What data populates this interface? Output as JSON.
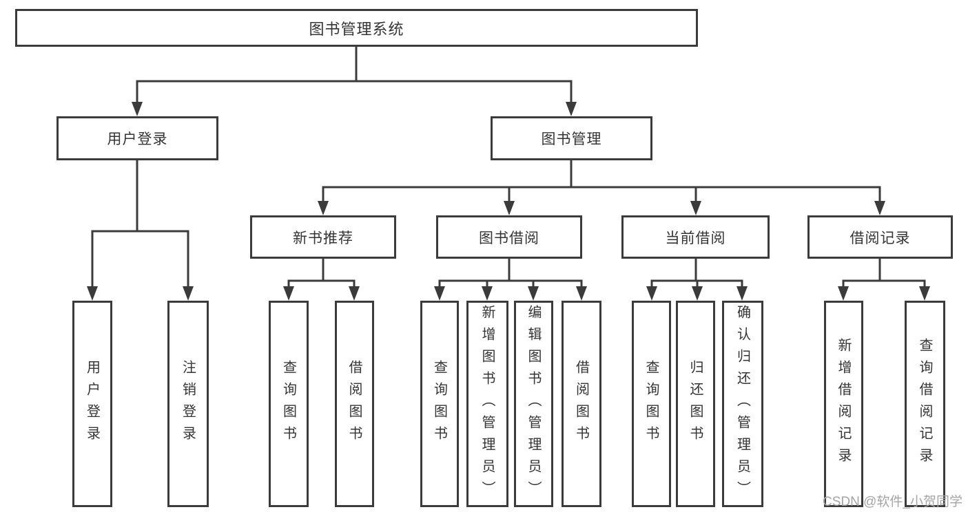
{
  "diagram_title": "图书管理系统",
  "colors": {
    "border": "#3b3b3b",
    "line": "#3b3b3b",
    "text": "#343434",
    "watermark": "#a4a4a4",
    "background": "#ffffff"
  },
  "nodes": {
    "root": {
      "label": "图书管理系统"
    },
    "user_login": {
      "label": "用户登录"
    },
    "book_management": {
      "label": "图书管理"
    },
    "new_book_recommend": {
      "label": "新书推荐"
    },
    "book_borrowing": {
      "label": "图书借阅"
    },
    "current_borrowing": {
      "label": "当前借阅"
    },
    "borrowing_records": {
      "label": "借阅记录"
    },
    "leaf_user_login": {
      "label": "用户登录"
    },
    "leaf_logout": {
      "label": "注销登录"
    },
    "leaf_query_books_recommend": {
      "label": "查询图书"
    },
    "leaf_borrow_books_recommend": {
      "label": "借阅图书"
    },
    "leaf_query_books_borrowing": {
      "label": "查询图书"
    },
    "leaf_add_books_admin": {
      "label": "新增图书（管理员）"
    },
    "leaf_edit_books_admin": {
      "label": "编辑图书（管理员）"
    },
    "leaf_borrow_books_borrowing": {
      "label": "借阅图书"
    },
    "leaf_query_books_current": {
      "label": "查询图书"
    },
    "leaf_return_books": {
      "label": "归还图书"
    },
    "leaf_confirm_return_admin": {
      "label": "确认归还（管理员）"
    },
    "leaf_add_borrow_record": {
      "label": "新增借阅记录"
    },
    "leaf_query_borrow_record": {
      "label": "查询借阅记录"
    }
  },
  "watermark": {
    "text": "CSDN @软件_小贺同学"
  }
}
